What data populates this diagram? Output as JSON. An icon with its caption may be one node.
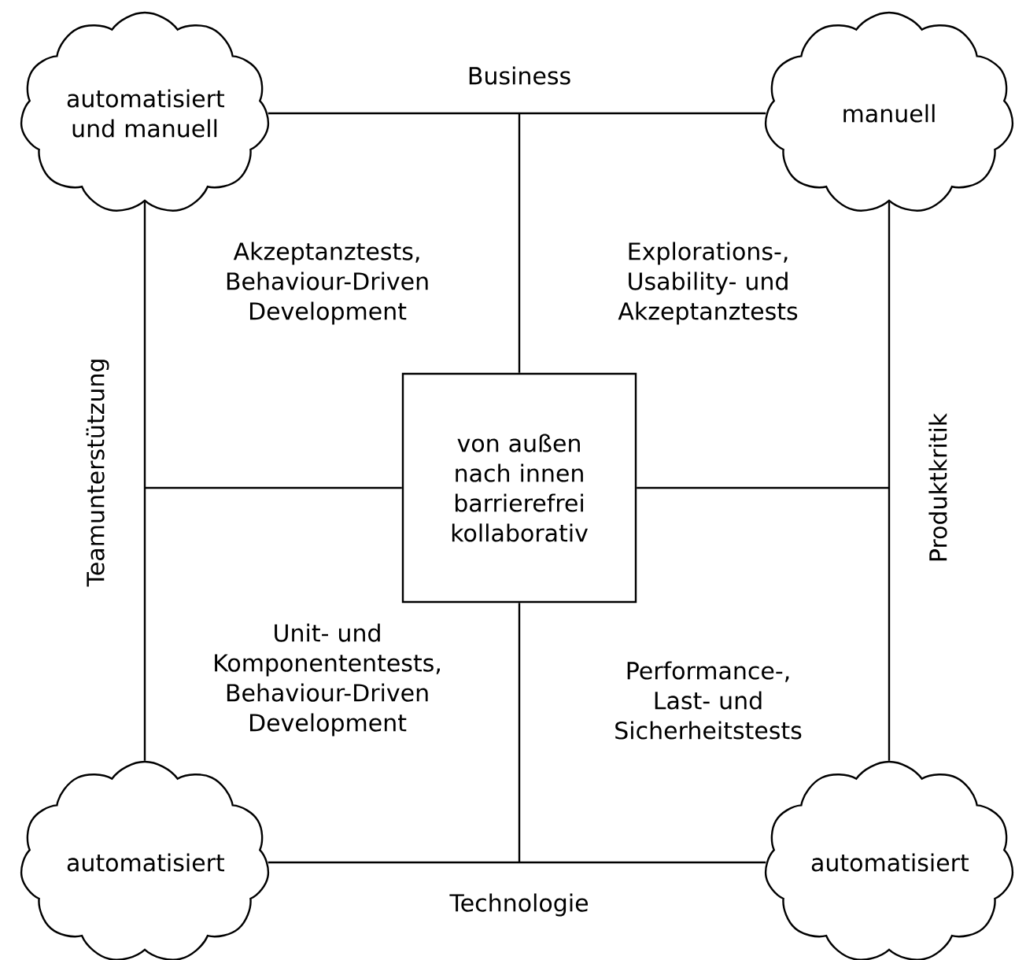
{
  "diagram": {
    "nodes": [
      {
        "text": [
          "automatisiert und manuell"
        ]
      },
      {
        "text": [
          "manuell"
        ]
      },
      {
        "text": [
          "automatisiert"
        ]
      },
      {
        "text": [
          "automatisiert"
        ]
      },
      {
        "text": [
          "von außen nach innen barrierefrei kollaborativ"
        ]
      }
    ],
    "edges": [
      {
        "from": 0,
        "to": 1,
        "arrow": "none"
      },
      {
        "from": 0,
        "to": 2,
        "arrow": "none"
      },
      {
        "from": 1,
        "to": 3,
        "arrow": "none"
      },
      {
        "from": 2,
        "to": 3,
        "arrow": "none"
      },
      {
        "from": null,
        "to": 4,
        "arrow": "none"
      },
      {
        "from": null,
        "to": 4,
        "arrow": "none"
      },
      {
        "from": null,
        "to": 4,
        "arrow": "none"
      },
      {
        "from": null,
        "to": 4,
        "arrow": "none"
      }
    ],
    "labels": [
      "Business",
      "Akzeptanztests, Behaviour-Driven Development",
      "Explorations-, Usability- und Akzeptanztests",
      "Teamunterstützung",
      "Produktkritik",
      "Unit- und Komponententests, Behaviour-Driven Development",
      "Performance-, Last- und Sicherheitstests",
      "Technologie"
    ]
  }
}
